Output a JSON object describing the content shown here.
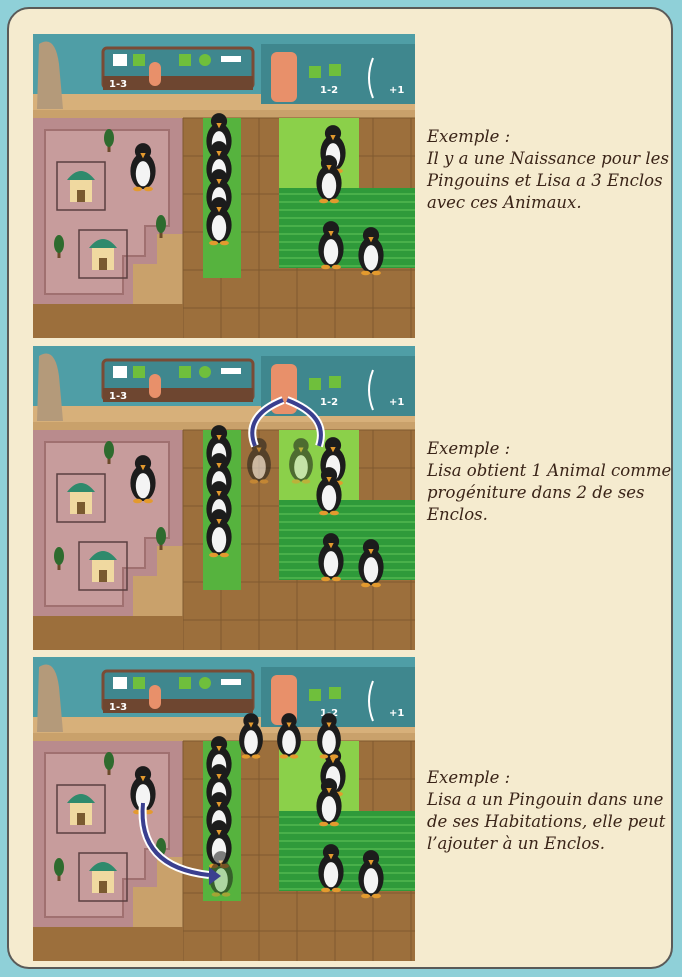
{
  "board": {
    "score_track_a": "1-3",
    "score_track_b": "1-2",
    "bonus": "+1"
  },
  "examples": [
    {
      "title": "Exemple :",
      "text": "Il y a une Naissance pour les Pingouins et Lisa a 3 Enclos avec ces Animaux.",
      "arrow": "none"
    },
    {
      "title": "Exemple :",
      "text": "Lisa obtient 1 Animal comme progéniture dans 2 de ses Enclos.",
      "arrow": "birth-arrows"
    },
    {
      "title": "Exemple :",
      "text": "Lisa a un Pingouin dans une de ses Habitations, elle peut l’ajouter à un Enclos.",
      "arrow": "move-arrow"
    }
  ],
  "colors": {
    "frame_border": "#5a5a58",
    "frame_bg": "#f5ebcf",
    "outer_bg": "#8fd0d8",
    "teal_board": "#4f9ea6",
    "pink_dwelling": "#b98b8d",
    "grass": "#56b33e",
    "dirt": "#9c6f3c",
    "arrow": "#3a3f8f"
  }
}
